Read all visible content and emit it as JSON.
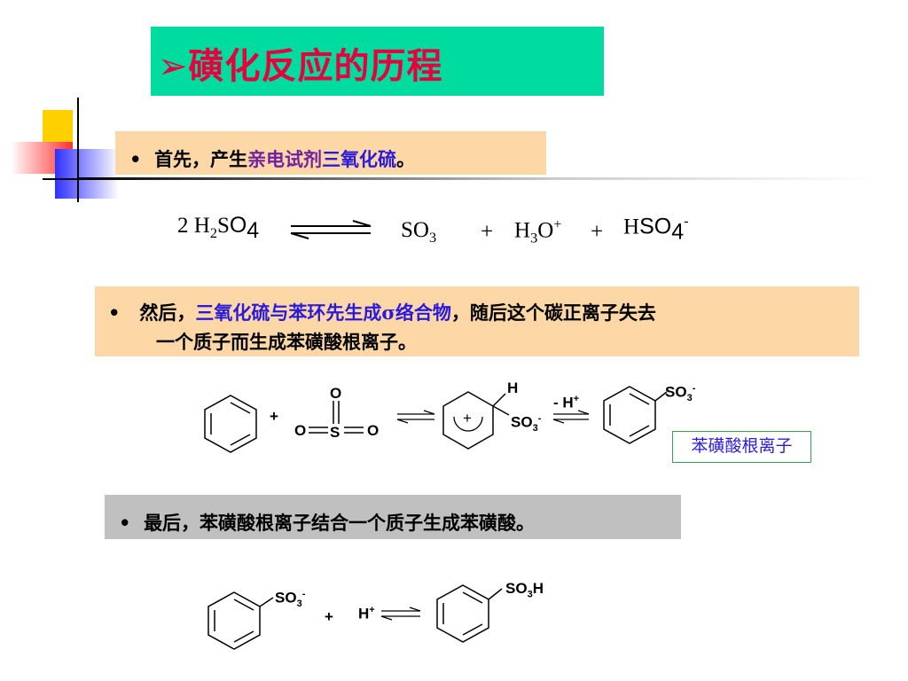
{
  "title": {
    "arrow": "➢",
    "text": "磺化反应的历程"
  },
  "step1": {
    "bullet": "•",
    "prefix": "首先，产生",
    "highlight1": "亲电试剂",
    "highlight2": "三氧化硫",
    "suffix": "。"
  },
  "eq1": {
    "coef": "2 H",
    "sub1": "2",
    "s1": "S",
    "o1": "O",
    "sub4": "4",
    "so": "SO",
    "so_sub": "3",
    "plus1": "+",
    "h3o_h": "H",
    "h3o_sub": "3",
    "h3o_o": "O",
    "h3o_sup": "+",
    "plus2": "+",
    "hso4_h": "H",
    "hso4_so": "SO",
    "hso4_sub": "4",
    "hso4_sup": "-"
  },
  "step2": {
    "bullet": "•",
    "prefix": "然后，",
    "highlight": "三氧化硫与苯环先生成σ络合物",
    "suffix": "，随后这个碳正离子失去",
    "line2": "一个质子而生成苯磺酸根离子。"
  },
  "rxn2": {
    "plus": "+",
    "o_top": "O",
    "o_left": "O",
    "s": "S",
    "o_right": "O",
    "h": "H",
    "so3": "SO",
    "so3_sub": "3",
    "so3_sup": "-",
    "charge": "+",
    "minus_h": "- H",
    "minus_h_sup": "+",
    "product_so3": "SO",
    "product_sub": "3",
    "product_sup": "-",
    "product_name": "苯磺酸根离子"
  },
  "step3": {
    "bullet": "•",
    "text": "最后，苯磺酸根离子结合一个质子生成苯磺酸。"
  },
  "rxn3": {
    "so3": "SO",
    "so3_sub": "3",
    "so3_sup": "-",
    "plus": "+",
    "h": "H",
    "h_sup": "+",
    "product": "SO",
    "product_sub": "3",
    "product_h": "H"
  }
}
